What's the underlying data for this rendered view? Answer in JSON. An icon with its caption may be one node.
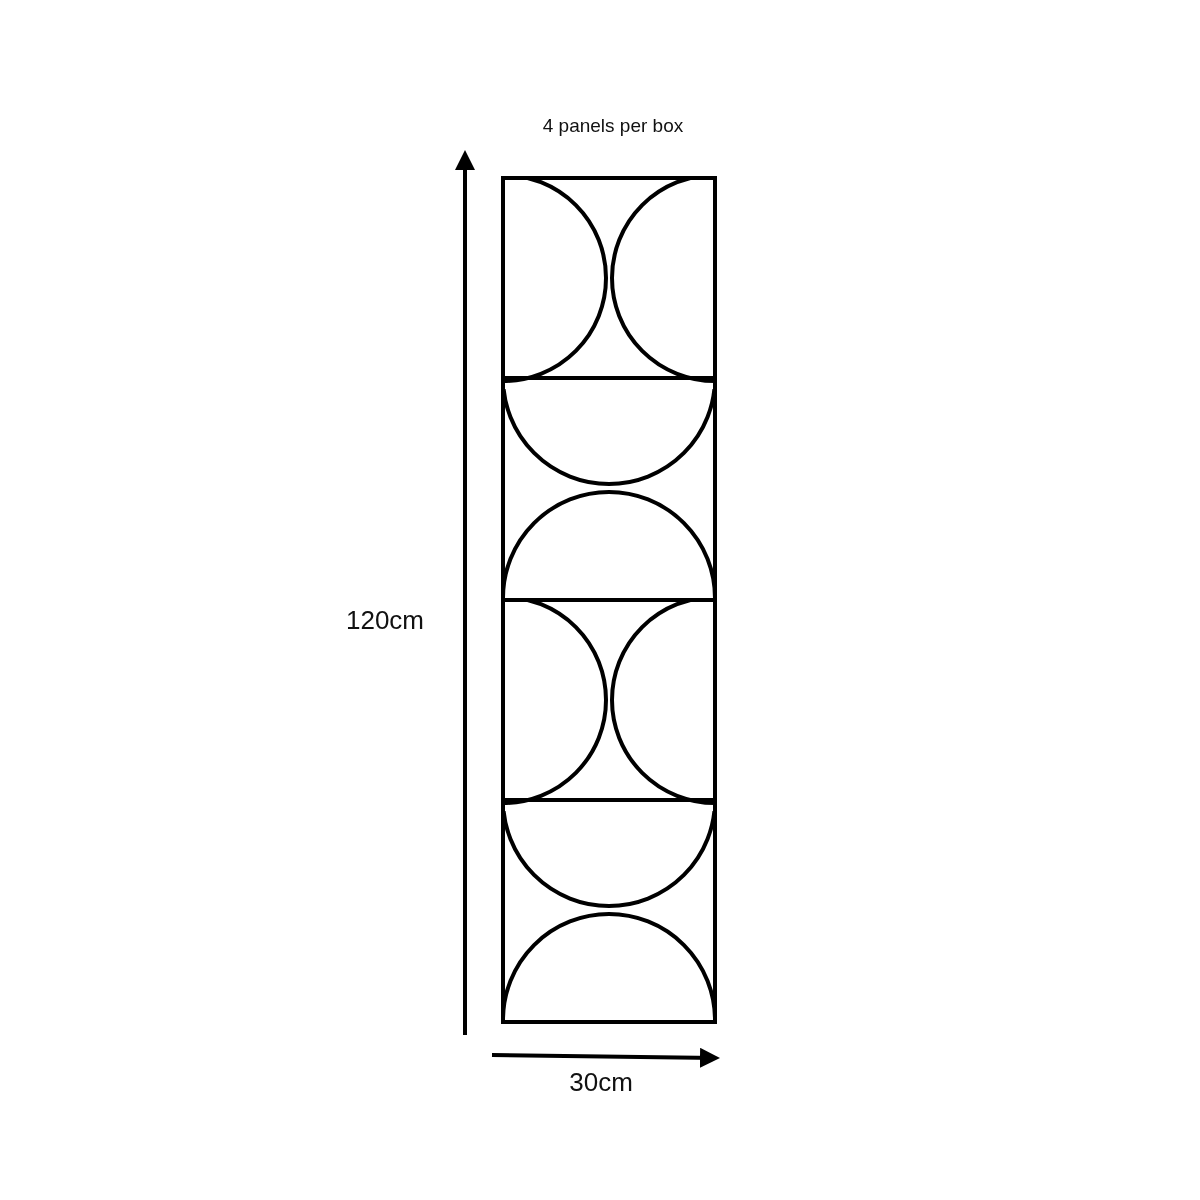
{
  "diagram": {
    "labels": [
      "4 panels per box",
      "120cm",
      "30cm"
    ]
  }
}
